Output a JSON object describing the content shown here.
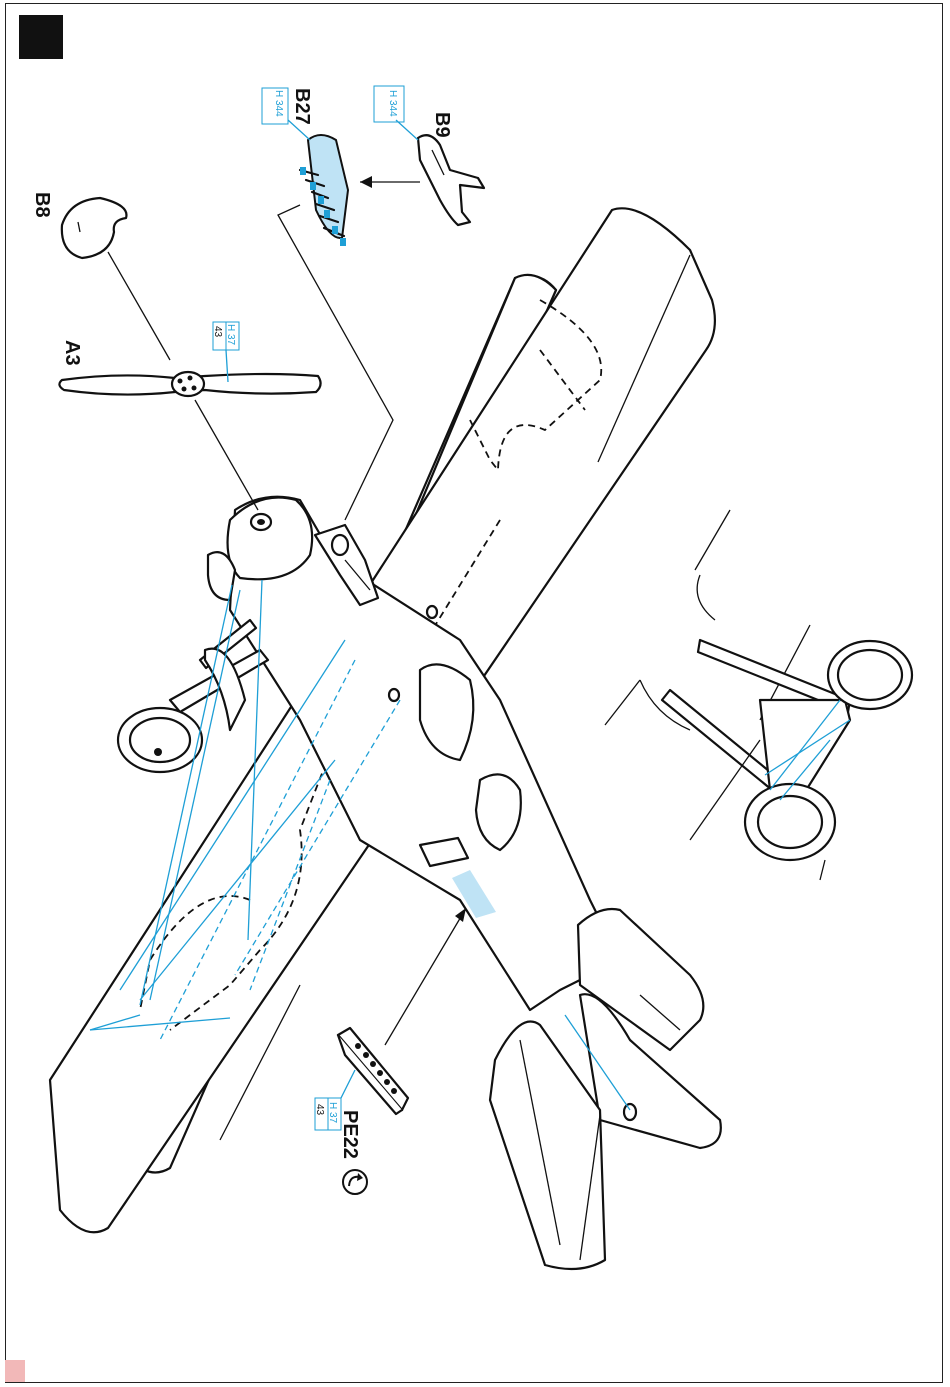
{
  "parts": {
    "b27": "B27",
    "b9": "B9",
    "b8": "B8",
    "a3": "A3",
    "pe22": "PE22"
  },
  "paint_codes": {
    "b27": "H 344",
    "b9": "H 344",
    "a3_top": "H 37",
    "a3_bottom": "43",
    "pe22_top": "H 37",
    "pe22_bottom": "43"
  },
  "colors": {
    "rigging": "#1e9fd6",
    "outline": "#111111",
    "step_marker": "#111111",
    "corner_tab": "#f2b8b8",
    "clear_part_tint": "#bfe3f5"
  },
  "icons": {
    "pe22_symbol": "rotate-arrow-icon"
  }
}
